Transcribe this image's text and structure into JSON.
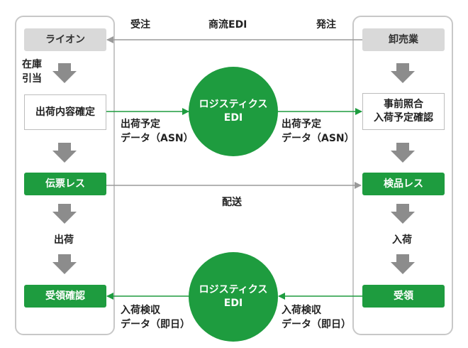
{
  "header": {
    "left": "受注",
    "center": "商流EDI",
    "right": "発注"
  },
  "lanes": {
    "left_title": "ライオン",
    "right_title": "卸売業"
  },
  "left": {
    "stock_label": "在庫\n引当",
    "shipping_confirm": "出荷内容確定",
    "slipless": "伝票レス",
    "shipping_label": "出荷",
    "receipt_confirm": "受領確認"
  },
  "right": {
    "pre_check": "事前照合\n入荷予定確認",
    "inspection_less": "検品レス",
    "arrival_label": "入荷",
    "receipt": "受領"
  },
  "center": {
    "logistics_edi_top": "ロジスティクス\nEDI",
    "logistics_edi_bottom": "ロジスティクス\nEDI",
    "delivery_label": "配送"
  },
  "flow_labels": {
    "asn_left": "出荷予定\nデータ（ASN）",
    "asn_right": "出荷予定\nデータ（ASN）",
    "inspect_left": "入荷検収\nデータ（即日）",
    "inspect_right": "入荷検収\nデータ（即日）"
  },
  "colors": {
    "green": "#1e9c3f",
    "gray_box": "#d9d9d9",
    "down_arrow": "#8c8c8c",
    "lane_border": "#c8c8c8"
  }
}
